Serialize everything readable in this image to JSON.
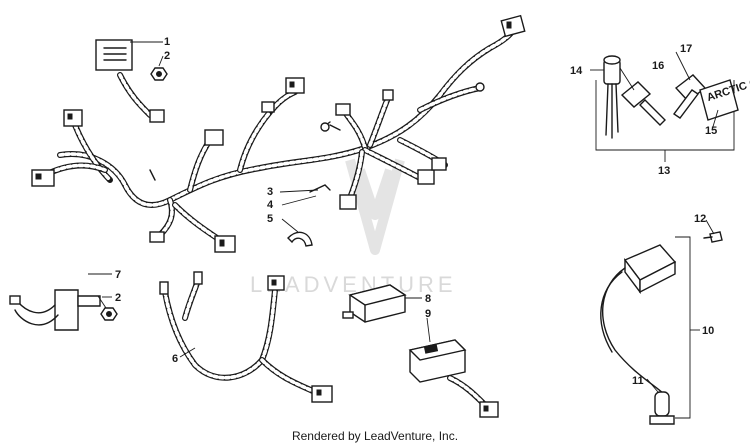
{
  "watermark": {
    "brand": "LEADVENTURE"
  },
  "credit": "Rendered by LeadVenture, Inc.",
  "callouts": {
    "c1": "1",
    "c2a": "2",
    "c2b": "2",
    "c3": "3",
    "c4": "4",
    "c5": "5",
    "c6": "6",
    "c7": "7",
    "c8": "8",
    "c9": "9",
    "c10": "10",
    "c11": "11",
    "c12": "12",
    "c13": "13",
    "c14": "14",
    "c15": "15",
    "c16": "16",
    "c17": "17"
  },
  "key_tag_text": "ARCTIC CAT"
}
